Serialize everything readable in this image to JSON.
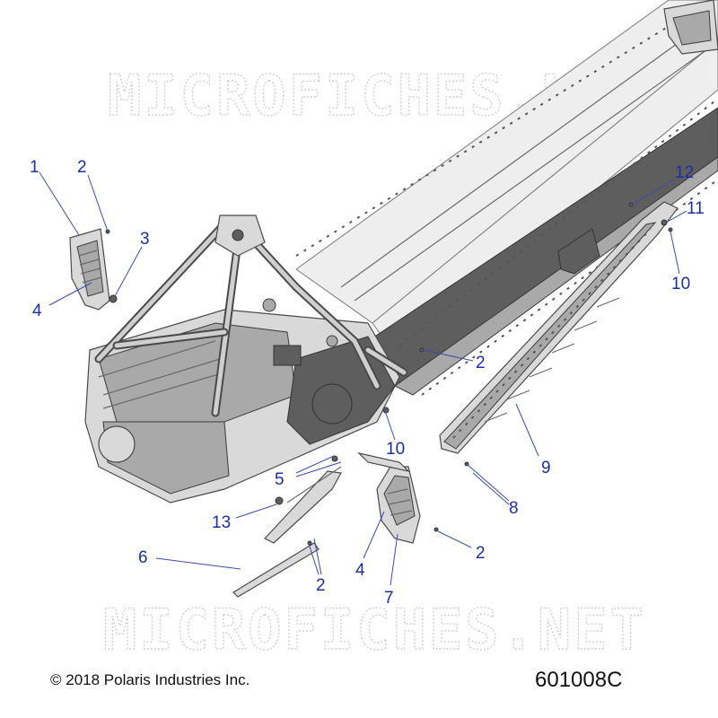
{
  "watermarks": [
    "MICROFICHES.NET",
    "MICROFICHES.NET"
  ],
  "callouts": [
    {
      "id": "c1",
      "label": "1"
    },
    {
      "id": "c2a",
      "label": "2"
    },
    {
      "id": "c3",
      "label": "3"
    },
    {
      "id": "c4a",
      "label": "4"
    },
    {
      "id": "c2b",
      "label": "2"
    },
    {
      "id": "c12",
      "label": "12"
    },
    {
      "id": "c11",
      "label": "11"
    },
    {
      "id": "c10a",
      "label": "10"
    },
    {
      "id": "c10b",
      "label": "10"
    },
    {
      "id": "c5",
      "label": "5"
    },
    {
      "id": "c9",
      "label": "9"
    },
    {
      "id": "c8",
      "label": "8"
    },
    {
      "id": "c13",
      "label": "13"
    },
    {
      "id": "c6",
      "label": "6"
    },
    {
      "id": "c2c",
      "label": "2"
    },
    {
      "id": "c4b",
      "label": "4"
    },
    {
      "id": "c2d",
      "label": "2"
    },
    {
      "id": "c7",
      "label": "7"
    }
  ],
  "footer": {
    "copyright": "© 2018 Polaris Industries Inc.",
    "part_code": "601008C"
  },
  "colors": {
    "callout": "#1a2fa0",
    "part": "#d9d9d9",
    "outline": "#4a4a4a",
    "dark": "#5e5e5e"
  }
}
